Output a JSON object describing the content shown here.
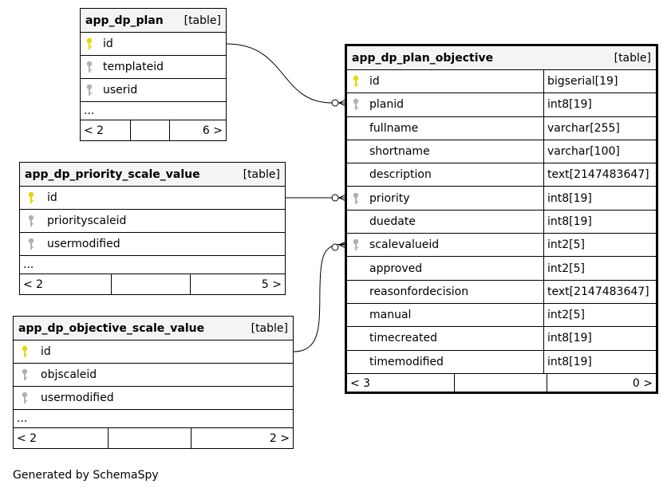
{
  "colors": {
    "primary_key": "#e6d800",
    "foreign_key": "#b0b0b0",
    "header_bg": "#f4f4f4",
    "border": "#000000"
  },
  "tables": {
    "plan": {
      "name": "app_dp_plan",
      "type": "[table]",
      "columns": [
        {
          "name": "id",
          "key": "primary"
        },
        {
          "name": "templateid",
          "key": "foreign"
        },
        {
          "name": "userid",
          "key": "foreign"
        }
      ],
      "ellipsis": "...",
      "footer": {
        "parents": "< 2",
        "middle": "",
        "children": "6 >"
      }
    },
    "priority": {
      "name": "app_dp_priority_scale_value",
      "type": "[table]",
      "columns": [
        {
          "name": "id",
          "key": "primary"
        },
        {
          "name": "priorityscaleid",
          "key": "foreign"
        },
        {
          "name": "usermodified",
          "key": "foreign"
        }
      ],
      "ellipsis": "...",
      "footer": {
        "parents": "< 2",
        "middle": "",
        "children": "5 >"
      }
    },
    "objscale": {
      "name": "app_dp_objective_scale_value",
      "type": "[table]",
      "columns": [
        {
          "name": "id",
          "key": "primary"
        },
        {
          "name": "objscaleid",
          "key": "foreign"
        },
        {
          "name": "usermodified",
          "key": "foreign"
        }
      ],
      "ellipsis": "...",
      "footer": {
        "parents": "< 2",
        "middle": "",
        "children": "2 >"
      }
    },
    "objective": {
      "name": "app_dp_plan_objective",
      "type": "[table]",
      "columns": [
        {
          "name": "id",
          "type": "bigserial[19]",
          "key": "primary"
        },
        {
          "name": "planid",
          "type": "int8[19]",
          "key": "foreign"
        },
        {
          "name": "fullname",
          "type": "varchar[255]",
          "key": ""
        },
        {
          "name": "shortname",
          "type": "varchar[100]",
          "key": ""
        },
        {
          "name": "description",
          "type": "text[2147483647]",
          "key": ""
        },
        {
          "name": "priority",
          "type": "int8[19]",
          "key": "foreign"
        },
        {
          "name": "duedate",
          "type": "int8[19]",
          "key": ""
        },
        {
          "name": "scalevalueid",
          "type": "int2[5]",
          "key": "foreign"
        },
        {
          "name": "approved",
          "type": "int2[5]",
          "key": ""
        },
        {
          "name": "reasonfordecision",
          "type": "text[2147483647]",
          "key": ""
        },
        {
          "name": "manual",
          "type": "int2[5]",
          "key": ""
        },
        {
          "name": "timecreated",
          "type": "int8[19]",
          "key": ""
        },
        {
          "name": "timemodified",
          "type": "int8[19]",
          "key": ""
        }
      ],
      "footer": {
        "parents": "< 3",
        "middle": "",
        "children": "0 >"
      }
    }
  },
  "credit": "Generated by SchemaSpy"
}
